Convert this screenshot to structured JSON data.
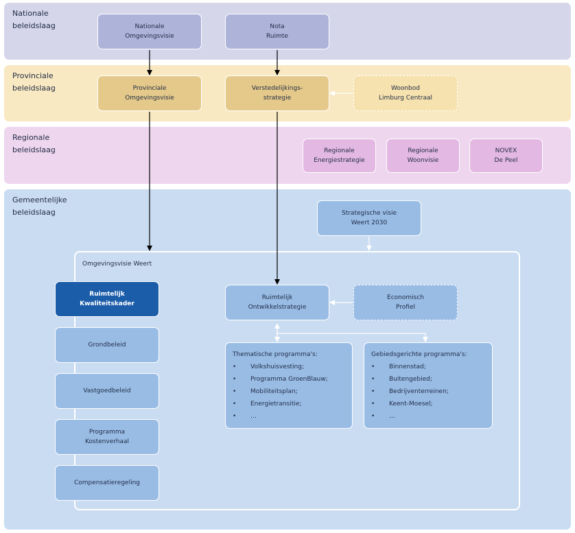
{
  "layers": {
    "national": "Nationale\nbeleidslaag",
    "provincial": "Provinciale\nbeleidslaag",
    "regional": "Regionale\nbeleidslaag",
    "municipal": "Gemeentelijke\nbeleidslaag"
  },
  "national": {
    "omgevingsvisie": "Nationale\nOmgevingsvisie",
    "nota_ruimte": "Nota\nRuimte"
  },
  "provincial": {
    "omgevingsvisie": "Provinciale\nOmgevingsvisie",
    "verstedelijking": "Verstedelijkings-\nstrategie",
    "woonbod": "Woonbod\nLimburg Centraal"
  },
  "regional": {
    "energie": "Regionale\nEnergiestrategie",
    "woonvisie": "Regionale\nWoonvisie",
    "novex": "NOVEX\nDe Peel"
  },
  "municipal": {
    "strategische_visie": "Strategische visie\nWeert 2030",
    "container_title": "Omgevingsvisie Weert",
    "kwaliteitskader": "Ruimtelijk\nKwaliteitskader",
    "grondbeleid": "Grondbeleid",
    "vastgoedbeleid": "Vastgoedbeleid",
    "kostenverhaal": "Programma\nKostenverhaal",
    "compensatie": "Compensatieregeling",
    "ontwikkelstrategie": "Ruimtelijk\nOntwikkelstrategie",
    "economisch_profiel": "Economisch\nProfiel",
    "thematic": {
      "title": "Thematische programma's:",
      "items": [
        "Volkshuisvesting;",
        "Programma GroenBlauw;",
        "Mobiliteitsplan;",
        "Energietransitie;",
        "…"
      ]
    },
    "area": {
      "title": "Gebiedsgerichte programma's:",
      "items": [
        "Binnenstad;",
        "Buitengebied;",
        "Bedrijventerreinen;",
        "Keent-Moesel;",
        "…"
      ]
    }
  },
  "colors": {
    "national_band": "#d5d6ea",
    "provincial_band": "#f9e9c2",
    "regional_band": "#eed6ee",
    "municipal_band": "#cadcf1",
    "highlight_box": "#1c5daa"
  }
}
